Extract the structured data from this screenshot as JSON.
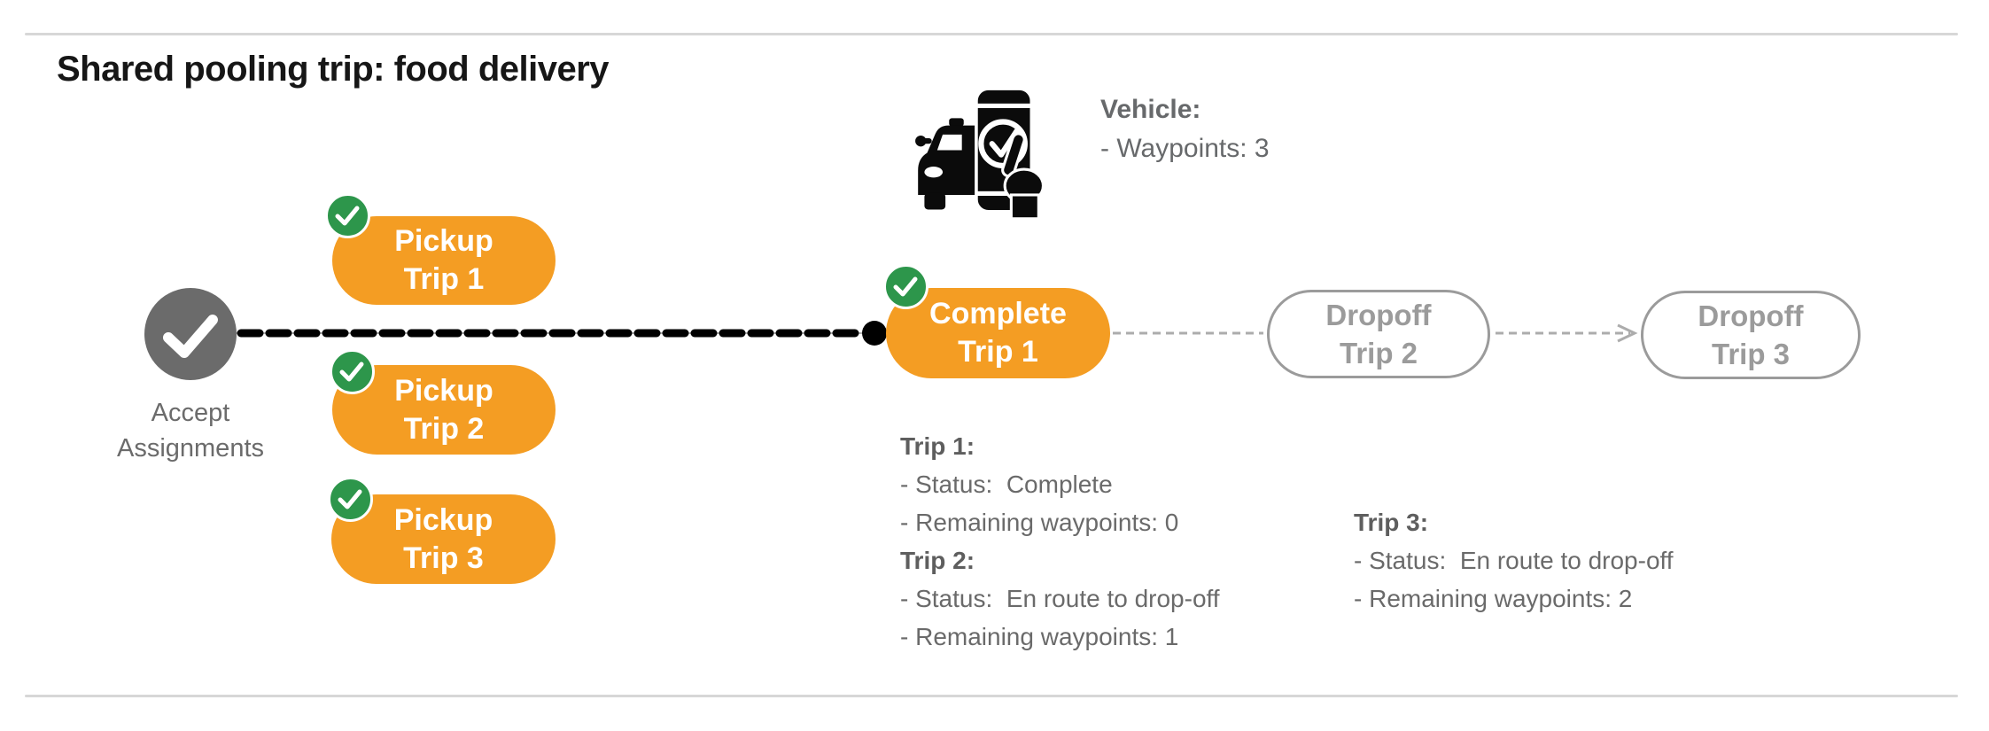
{
  "page": {
    "title": "Shared pooling trip: food delivery"
  },
  "vehicle": {
    "label": "Vehicle:",
    "waypoints_line": "- Waypoints: 3",
    "icon": "car-phone-check-icon"
  },
  "flow": {
    "accept": {
      "line1": "Accept",
      "line2": "Assignments",
      "icon": "check-icon"
    },
    "pickups": [
      {
        "line1": "Pickup",
        "line2": "Trip 1",
        "badge_icon": "check-icon"
      },
      {
        "line1": "Pickup",
        "line2": "Trip 2",
        "badge_icon": "check-icon"
      },
      {
        "line1": "Pickup",
        "line2": "Trip 3",
        "badge_icon": "check-icon"
      }
    ],
    "complete": {
      "line1": "Complete",
      "line2": "Trip 1",
      "badge_icon": "check-icon"
    },
    "dropoffs": [
      {
        "line1": "Dropoff",
        "line2": "Trip 2"
      },
      {
        "line1": "Dropoff",
        "line2": "Trip 3"
      }
    ]
  },
  "status_blocks": [
    {
      "title": "Trip 1:",
      "lines": [
        "- Status:  Complete",
        "- Remaining waypoints: 0"
      ]
    },
    {
      "title": "Trip 2:",
      "lines": [
        "- Status:  En route to drop-off",
        "- Remaining waypoints: 1"
      ]
    },
    {
      "title": "Trip 3:",
      "lines": [
        "- Status:  En route to drop-off",
        "- Remaining waypoints: 2"
      ]
    }
  ],
  "colors": {
    "node_orange": "#F49D23",
    "badge_green": "#2D964B",
    "accept_gray": "#6B6B6B",
    "ghost_gray": "#9B9B9B",
    "text_gray": "#6A6A6A",
    "rule_gray": "#D7D7D7",
    "connector_black": "#000000",
    "connector_gray": "#ACACAC"
  }
}
